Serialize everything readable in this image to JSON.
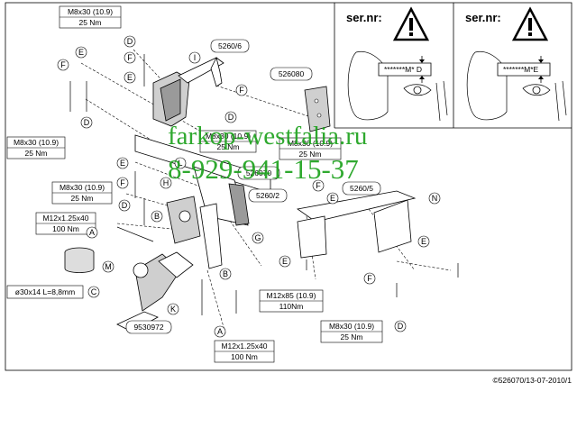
{
  "callout_letters": {
    "d1": "D",
    "d2": "D",
    "d3": "D",
    "d4": "D",
    "d5": "D",
    "e1": "E",
    "e2": "E",
    "e3": "E",
    "e4": "E",
    "e5": "E",
    "e6": "E",
    "f1": "F",
    "f2": "F",
    "f3": "F",
    "f4": "F",
    "f5": "F",
    "f6": "F",
    "i1": "I",
    "h1": "H",
    "b1": "B",
    "b2": "B",
    "a1": "A",
    "a2": "A",
    "m1": "M",
    "c1": "C",
    "k1": "K",
    "g1": "G",
    "n1": "N",
    "l1": "L"
  },
  "bolt_specs": {
    "top": {
      "size": "M8x30 (10.9)",
      "torque": "25 Nm"
    },
    "left_upper": {
      "size": "M8x30 (10.9)",
      "torque": "25 Nm"
    },
    "left_mid": {
      "size": "M8x30 (10.9)",
      "torque": "25 Nm"
    },
    "center_right": {
      "size": "M8x30 (10.9)",
      "torque": "25 Nm"
    },
    "center_hidden": {
      "size": "M8x30 (10.9)",
      "torque": "25 Nm"
    },
    "left_m12": {
      "size": "M12x1.25x40",
      "torque": "100 Nm"
    },
    "bottom_m12": {
      "size": "M12x1.25x40",
      "torque": "100 Nm"
    },
    "m12x85": {
      "size": "M12x85 (10.9)",
      "torque": "110Nm"
    },
    "bottom_right": {
      "size": "M8x30 (10.9)",
      "torque": "25 Nm"
    }
  },
  "part_numbers": {
    "p1": "5260/6",
    "p2": "526080",
    "p3": "526070",
    "p4": "5260/2",
    "p5": "5260/5",
    "p6": "9530972"
  },
  "ball_spec": "ø30x14 L=8,8mm",
  "serial_panels": [
    {
      "title": "ser.nr:",
      "code": "*******M* D"
    },
    {
      "title": "ser.nr:",
      "code": "*******M*E"
    }
  ],
  "watermark": {
    "site": "farkop-westfalia.ru",
    "phone": "8-929-941-15-37"
  },
  "footer": "©526070/13-07-2010/1"
}
